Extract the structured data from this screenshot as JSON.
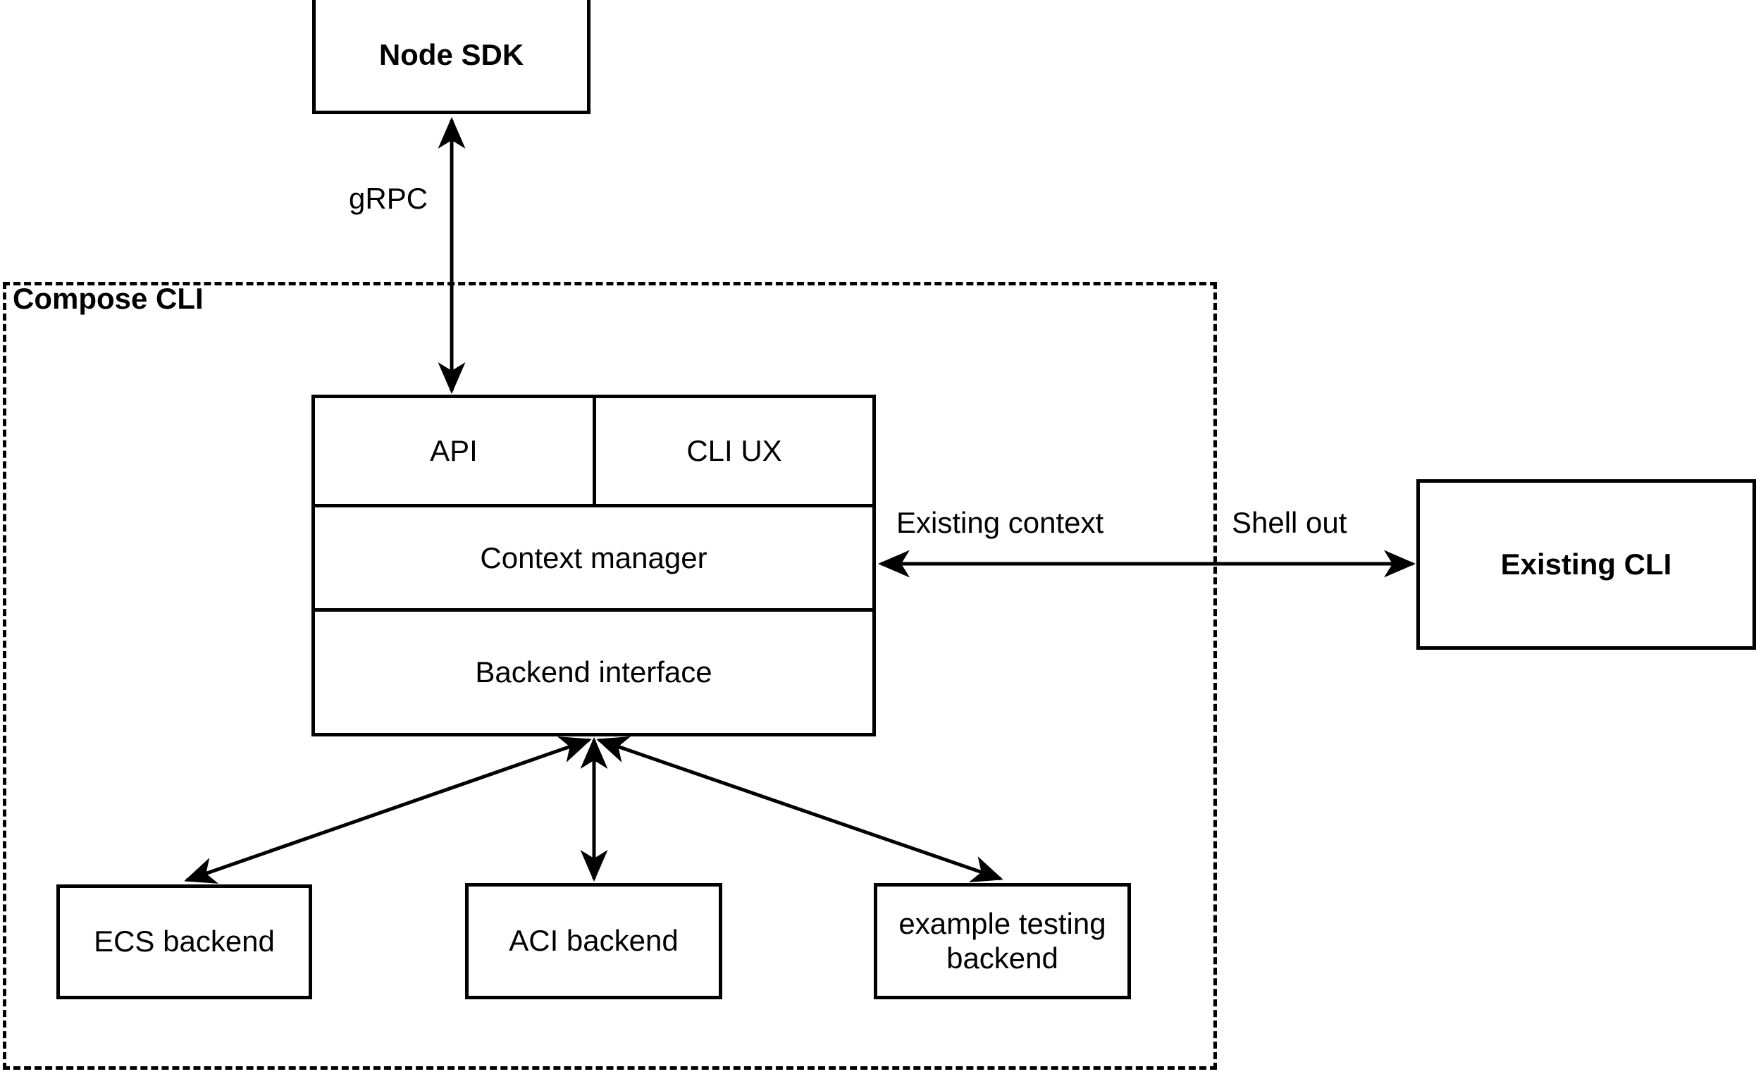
{
  "diagram": {
    "title_visible": false,
    "stroke_color": "#000000",
    "background_color": "#ffffff",
    "nodes": {
      "node_sdk": {
        "label": "Node SDK",
        "bold": true
      },
      "existing_cli": {
        "label": "Existing CLI",
        "bold": true
      },
      "compose_cli_container": {
        "label": "Compose CLI",
        "bold": true,
        "border_style": "dashed"
      },
      "stack": {
        "rows": [
          {
            "cells": [
              {
                "label": "API"
              },
              {
                "label": "CLI UX"
              }
            ]
          },
          {
            "cells": [
              {
                "label": "Context manager"
              }
            ]
          },
          {
            "cells": [
              {
                "label": "Backend interface"
              }
            ]
          }
        ]
      },
      "ecs_backend": {
        "label": "ECS backend",
        "bold": false
      },
      "aci_backend": {
        "label": "ACI backend",
        "bold": false
      },
      "example_testing_backend": {
        "label": "example testing\nbackend",
        "bold": false
      }
    },
    "edges": [
      {
        "id": "grpc",
        "label": "gRPC",
        "from": "node_sdk",
        "to": "stack.api",
        "arrowheads": "both",
        "orientation": "vertical"
      },
      {
        "id": "existing-context",
        "label": "Existing context",
        "from": "existing_cli",
        "to": "stack.context_manager",
        "arrowheads": "start",
        "orientation": "horizontal"
      },
      {
        "id": "shell-out",
        "label": "Shell out",
        "from": "stack.context_manager",
        "to": "existing_cli",
        "arrowheads": "end",
        "orientation": "horizontal"
      },
      {
        "id": "backend-ecs",
        "label": "",
        "from": "stack.backend_interface",
        "to": "ecs_backend",
        "arrowheads": "both",
        "orientation": "diagonal"
      },
      {
        "id": "backend-aci",
        "label": "",
        "from": "stack.backend_interface",
        "to": "aci_backend",
        "arrowheads": "both",
        "orientation": "vertical"
      },
      {
        "id": "backend-example",
        "label": "",
        "from": "stack.backend_interface",
        "to": "example_testing_backend",
        "arrowheads": "both",
        "orientation": "diagonal"
      }
    ]
  }
}
